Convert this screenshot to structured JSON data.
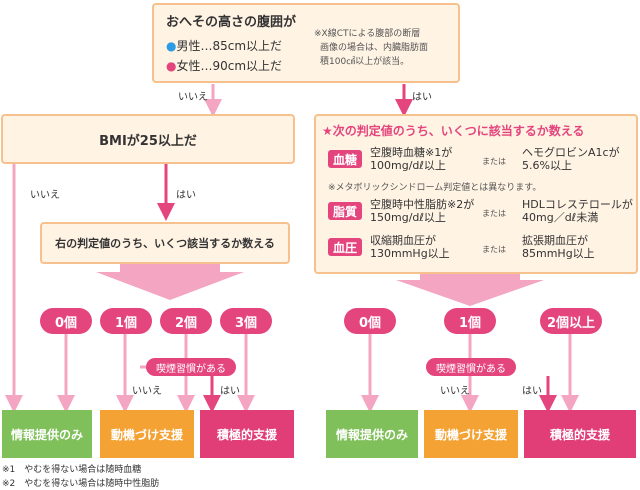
{
  "colors": {
    "pink": "#e4457d",
    "light_pink": "#f4a5c1",
    "green": "#7fc05a",
    "orange": "#f4a234",
    "box_fill": "#fff3e4",
    "box_border": "#f6c18e"
  },
  "top_box": {
    "title": "おへその高さの腹囲が",
    "male": "男性…85cm以上だ",
    "female": "女性…90cm以上だ",
    "note_line1": "※X線CTによる腹部の断層",
    "note_line2": "画像の場合は、内臓脂肪面",
    "note_line3": "積100㎠以上が該当。"
  },
  "labels": {
    "no": "いいえ",
    "yes": "はい",
    "or": "または"
  },
  "left": {
    "bmi": "BMIが25以上だ",
    "count_question": "右の判定値のうち、いくつ該当するか数える",
    "counts": [
      "0個",
      "1個",
      "2個",
      "3個"
    ],
    "smoking": "喫煙習慣がある"
  },
  "right": {
    "title": "★次の判定値のうち、いくつに該当するか数える",
    "rows": [
      {
        "tag": "血糖",
        "c1_line1": "空腹時血糖※1が",
        "c1_line2": "100mg/dℓ以上",
        "c2_line1": "ヘモグロビンA1cが",
        "c2_line2": "5.6%以上"
      },
      {
        "tag": "脂質",
        "c1_line1": "空腹時中性脂肪※2が",
        "c1_line2": "150mg/dℓ以上",
        "c2_line1": "HDLコレステロールが",
        "c2_line2": "40mg／dℓ未満"
      },
      {
        "tag": "血圧",
        "c1_line1": "収縮期血圧が",
        "c1_line2": "130mmHg以上",
        "c2_line1": "拡張期血圧が",
        "c2_line2": "85mmHg以上"
      }
    ],
    "metabolic_note": "※メタボリックシンドローム判定値とは異なります。",
    "counts": [
      "0個",
      "1個",
      "2個以上"
    ],
    "smoking": "喫煙習慣がある"
  },
  "results": {
    "info": "情報提供のみ",
    "motivation": "動機づけ支援",
    "active": "積極的支援"
  },
  "footnotes": [
    "※1　やむを得ない場合は随時血糖",
    "※2　やむを得ない場合は随時中性脂肪"
  ]
}
